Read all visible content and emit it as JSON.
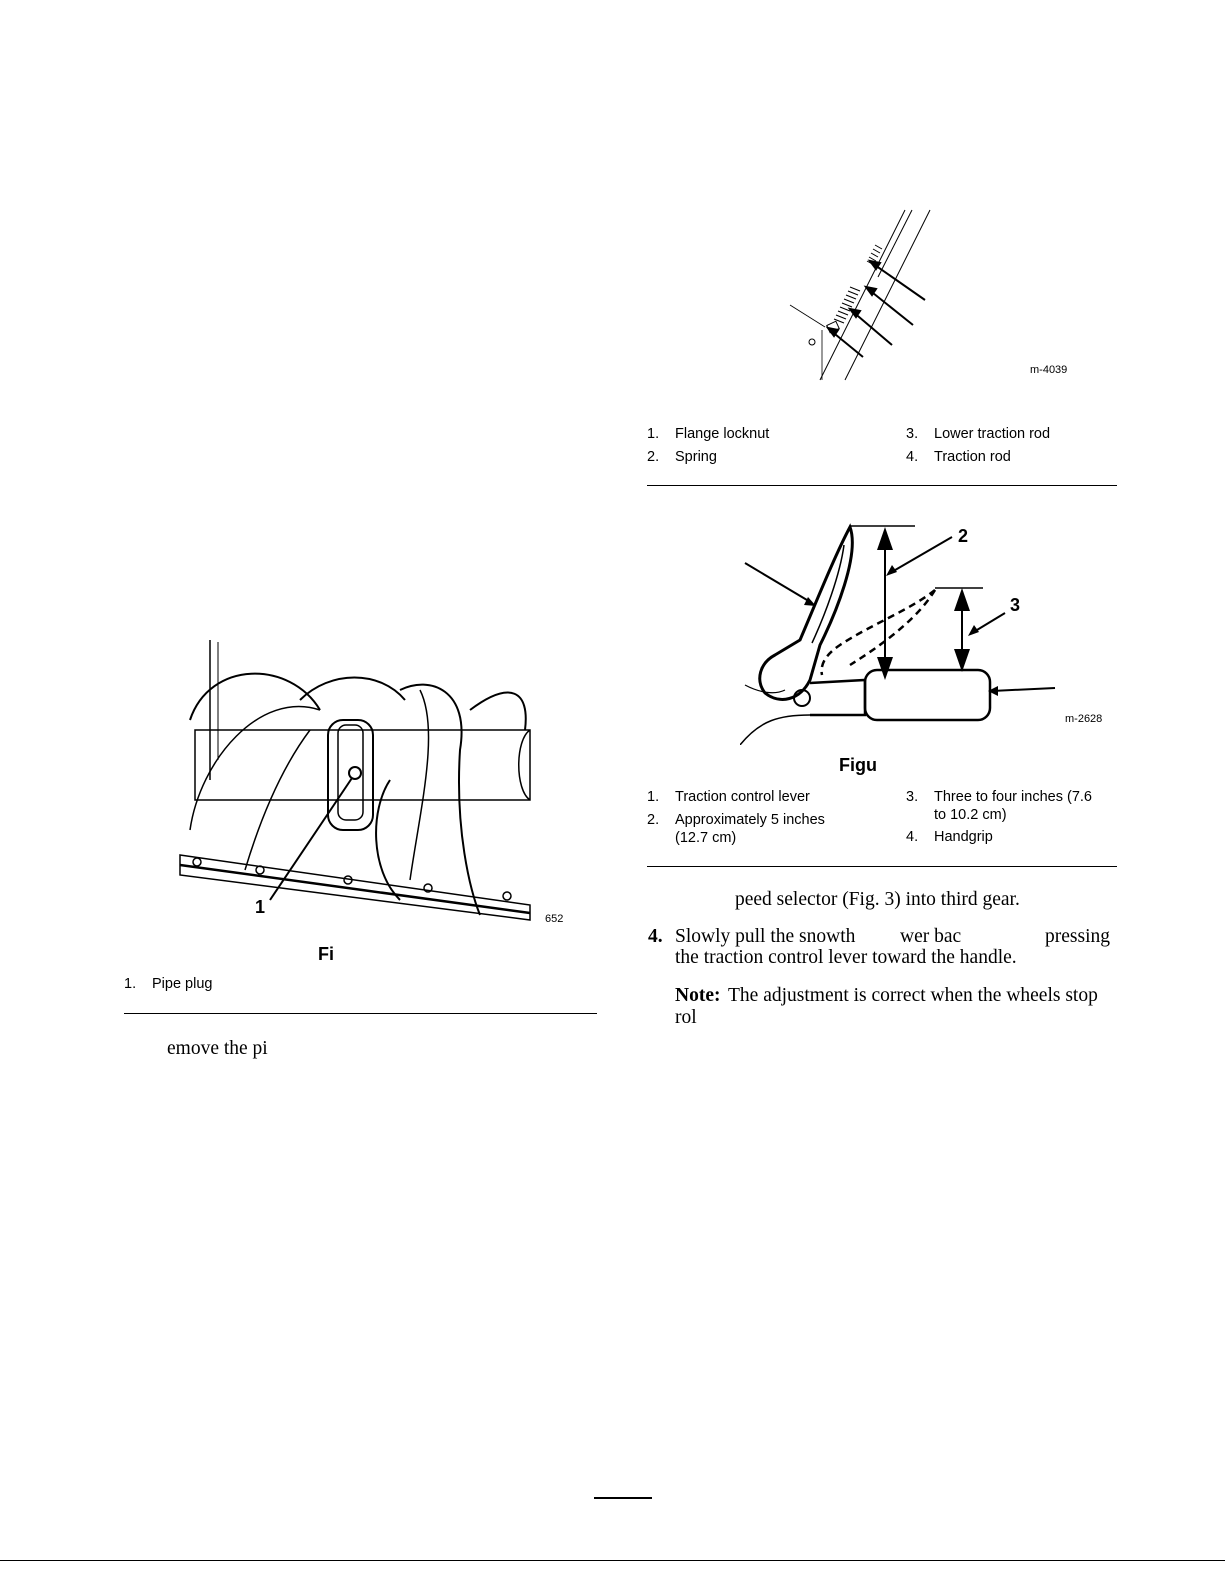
{
  "figure_top": {
    "code": "m-4039",
    "legend": [
      {
        "num": "1.",
        "text": "Flange locknut"
      },
      {
        "num": "2.",
        "text": "Spring"
      },
      {
        "num": "3.",
        "text": "Lower traction rod"
      },
      {
        "num": "4.",
        "text": "Traction rod"
      }
    ]
  },
  "figure_lever": {
    "code": "m-2628",
    "callout_2": "2",
    "callout_3": "3",
    "caption": "Figu",
    "legend": [
      {
        "num": "1.",
        "text": "Traction control lever"
      },
      {
        "num": "2.",
        "text": "Approximately 5 inches",
        "text2": "(12.7 cm)"
      },
      {
        "num": "3.",
        "text": "Three to four inches (7.6",
        "text2": "to 10.2 cm)"
      },
      {
        "num": "4.",
        "text": "Handgrip"
      }
    ]
  },
  "figure_auger": {
    "code": "652",
    "callout_1": "1",
    "caption": "Fi",
    "legend": [
      {
        "num": "1.",
        "text": "Pipe plug"
      }
    ]
  },
  "steps": {
    "step3_text": "peed selector (Fig. 3) into third gear.",
    "step4_num": "4.",
    "step4_line1a": "Slowly pull the snowth",
    "step4_line1b": "wer bac",
    "step4_line1c": "pressing",
    "step4_line2": "the traction control lever toward the handle.",
    "note_label": "Note:",
    "note_line1": "The adjustment is correct when the wheels stop",
    "note_line2": "rol"
  },
  "left_text": "emove the pi"
}
